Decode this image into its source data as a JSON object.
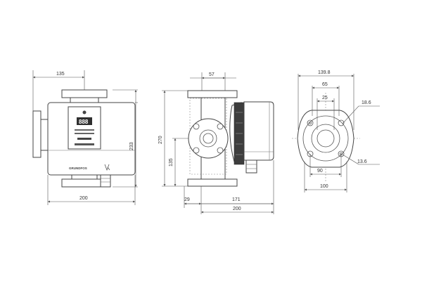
{
  "dimensions": {
    "front_width_top": "135",
    "front_height": "233",
    "front_width": "200",
    "side_flange_width": "57",
    "side_height": "270",
    "side_height_lower": "135",
    "side_left_offset": "29",
    "side_right_offset": "171",
    "side_total_width": "200",
    "flange_outer": "139.8",
    "flange_inner_top": "65",
    "flange_bore": "25",
    "flange_hole_top": "18.6",
    "flange_hole_bottom": "13.6",
    "flange_bolt_spacing": "90",
    "flange_width": "100"
  },
  "display": {
    "digits": "888",
    "brand": "GRUNDFOS"
  }
}
